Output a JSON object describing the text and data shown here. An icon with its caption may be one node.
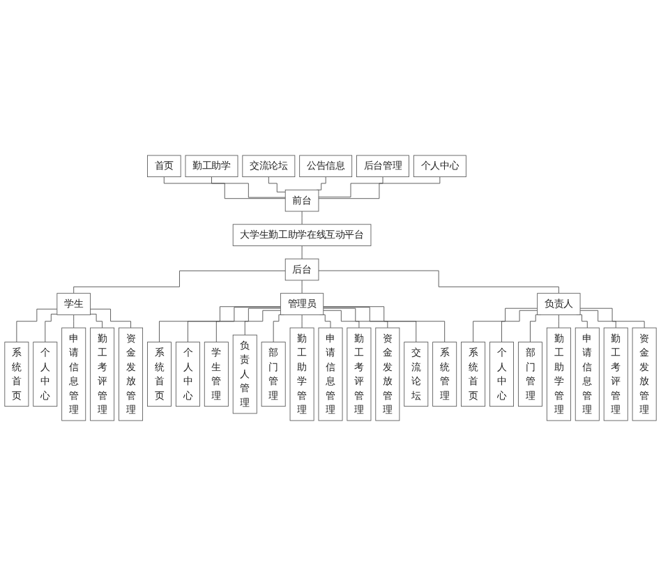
{
  "diagram": {
    "nodes": [
      {
        "text": [
          "首页"
        ]
      },
      {
        "text": [
          "勤工助学"
        ]
      },
      {
        "text": [
          "交流论坛"
        ]
      },
      {
        "text": [
          "公告信息"
        ]
      },
      {
        "text": [
          "后台管理"
        ]
      },
      {
        "text": [
          "个人中心"
        ]
      },
      {
        "text": [
          "前台"
        ]
      },
      {
        "text": [
          "大学生勤工助学在线互动平台"
        ]
      },
      {
        "text": [
          "后台"
        ]
      },
      {
        "text": [
          "管理员"
        ]
      },
      {
        "text": [
          "系统首页"
        ]
      },
      {
        "text": [
          "个人中心"
        ]
      },
      {
        "text": [
          "学生管理"
        ]
      },
      {
        "text": [
          "负责人管理"
        ]
      },
      {
        "text": [
          "部门管理"
        ]
      },
      {
        "text": [
          "勤工助学管理"
        ]
      },
      {
        "text": [
          "申请信息管理"
        ]
      },
      {
        "text": [
          "勤工考评管理"
        ]
      },
      {
        "text": [
          "资金发放管理"
        ]
      },
      {
        "text": [
          "交流论坛"
        ]
      },
      {
        "text": [
          "系统管理"
        ]
      },
      {
        "text": [
          "学生"
        ]
      },
      {
        "text": [
          "系统首页"
        ]
      },
      {
        "text": [
          "个人中心"
        ]
      },
      {
        "text": [
          "申请信息管理"
        ]
      },
      {
        "text": [
          "勤工考评管理"
        ]
      },
      {
        "text": [
          "资金发放管理"
        ]
      },
      {
        "text": [
          "负责人"
        ]
      },
      {
        "text": [
          "系统首页"
        ]
      },
      {
        "text": [
          "个人中心"
        ]
      },
      {
        "text": [
          "部门管理"
        ]
      },
      {
        "text": [
          "勤工助学管理"
        ]
      },
      {
        "text": [
          "申请信息管理"
        ]
      },
      {
        "text": [
          "勤工考评管理"
        ]
      },
      {
        "text": [
          "资金发放管理"
        ]
      }
    ],
    "edges": [
      {
        "from": 0,
        "to": 6,
        "arrow": "none"
      },
      {
        "from": 1,
        "to": 6,
        "arrow": "none"
      },
      {
        "from": 2,
        "to": 6,
        "arrow": "none"
      },
      {
        "from": 3,
        "to": 6,
        "arrow": "none"
      },
      {
        "from": 4,
        "to": 6,
        "arrow": "none"
      },
      {
        "from": 5,
        "to": 6,
        "arrow": "none"
      },
      {
        "from": 6,
        "to": 7,
        "arrow": "none"
      },
      {
        "from": 7,
        "to": 8,
        "arrow": "none"
      },
      {
        "from": 8,
        "to": 21,
        "arrow": "none"
      },
      {
        "from": 8,
        "to": 9,
        "arrow": "none"
      },
      {
        "from": 8,
        "to": 27,
        "arrow": "none"
      },
      {
        "from": 9,
        "to": 10,
        "arrow": "none"
      },
      {
        "from": 9,
        "to": 11,
        "arrow": "none"
      },
      {
        "from": 9,
        "to": 12,
        "arrow": "none"
      },
      {
        "from": 9,
        "to": 13,
        "arrow": "none"
      },
      {
        "from": 9,
        "to": 14,
        "arrow": "none"
      },
      {
        "from": 9,
        "to": 15,
        "arrow": "none"
      },
      {
        "from": 9,
        "to": 16,
        "arrow": "none"
      },
      {
        "from": 9,
        "to": 17,
        "arrow": "none"
      },
      {
        "from": 9,
        "to": 18,
        "arrow": "none"
      },
      {
        "from": 9,
        "to": 19,
        "arrow": "none"
      },
      {
        "from": 9,
        "to": 20,
        "arrow": "none"
      },
      {
        "from": 21,
        "to": 22,
        "arrow": "none"
      },
      {
        "from": 21,
        "to": 23,
        "arrow": "none"
      },
      {
        "from": 21,
        "to": 24,
        "arrow": "none"
      },
      {
        "from": 21,
        "to": 25,
        "arrow": "none"
      },
      {
        "from": 21,
        "to": 26,
        "arrow": "none"
      },
      {
        "from": 27,
        "to": 28,
        "arrow": "none"
      },
      {
        "from": 27,
        "to": 29,
        "arrow": "none"
      },
      {
        "from": 27,
        "to": 30,
        "arrow": "none"
      },
      {
        "from": 27,
        "to": 31,
        "arrow": "none"
      },
      {
        "from": 27,
        "to": 32,
        "arrow": "none"
      },
      {
        "from": 27,
        "to": 33,
        "arrow": "none"
      },
      {
        "from": 27,
        "to": 34,
        "arrow": "none"
      }
    ]
  }
}
